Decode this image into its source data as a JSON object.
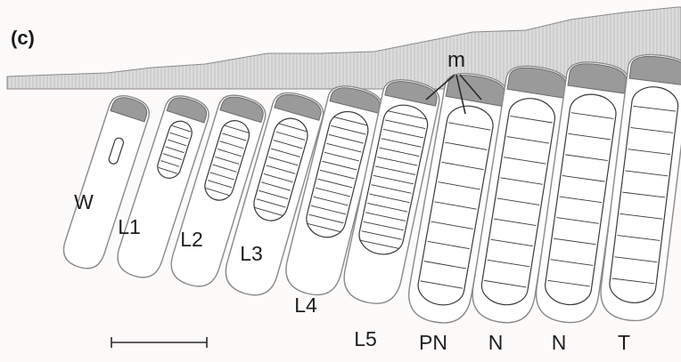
{
  "panel_label": "(c)",
  "annotation_label": "m",
  "stages": [
    {
      "id": "w",
      "label": "W"
    },
    {
      "id": "l1",
      "label": "L1"
    },
    {
      "id": "l2",
      "label": "L2"
    },
    {
      "id": "l3",
      "label": "L3"
    },
    {
      "id": "l4",
      "label": "L4"
    },
    {
      "id": "l5",
      "label": "L5"
    },
    {
      "id": "pn",
      "label": "PN"
    },
    {
      "id": "n1",
      "label": "N"
    },
    {
      "id": "n2",
      "label": "N"
    },
    {
      "id": "t",
      "label": "T"
    }
  ],
  "colors": {
    "comb_wall": "#d6d6d6",
    "wall_stroke": "#8a8a8a",
    "cap": "#9a9a9a",
    "cell_fill": "#ffffff",
    "ink": "#3a3a3a"
  }
}
